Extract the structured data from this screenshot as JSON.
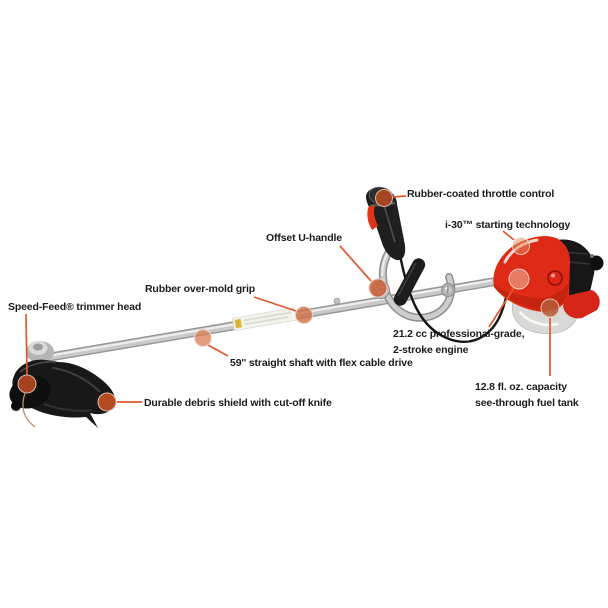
{
  "page": {
    "background": "#ffffff"
  },
  "accent": {
    "leader_line": "#e2582e",
    "dot_dark": "#a84523",
    "dot_light": "#e28c62"
  },
  "product": {
    "type": "brushcutter-string-trimmer-illustration"
  },
  "callouts": [
    {
      "id": "throttle",
      "label": "Rubber-coated throttle control"
    },
    {
      "id": "i30",
      "label": "i-30™ starting technology"
    },
    {
      "id": "offset",
      "label": "Offset U-handle"
    },
    {
      "id": "grip",
      "label": "Rubber over-mold grip"
    },
    {
      "id": "speedfeed",
      "label": "Speed-Feed® trimmer head"
    },
    {
      "id": "debris",
      "label": "Durable debris shield with cut-off knife"
    },
    {
      "id": "shaft59",
      "label": "59'' straight shaft with flex cable drive"
    },
    {
      "id": "engine",
      "label": "21.2 cc professional-grade,\n2-stroke engine"
    },
    {
      "id": "fueltank",
      "label": "12.8 fl. oz. capacity\nsee-through fuel tank"
    }
  ]
}
